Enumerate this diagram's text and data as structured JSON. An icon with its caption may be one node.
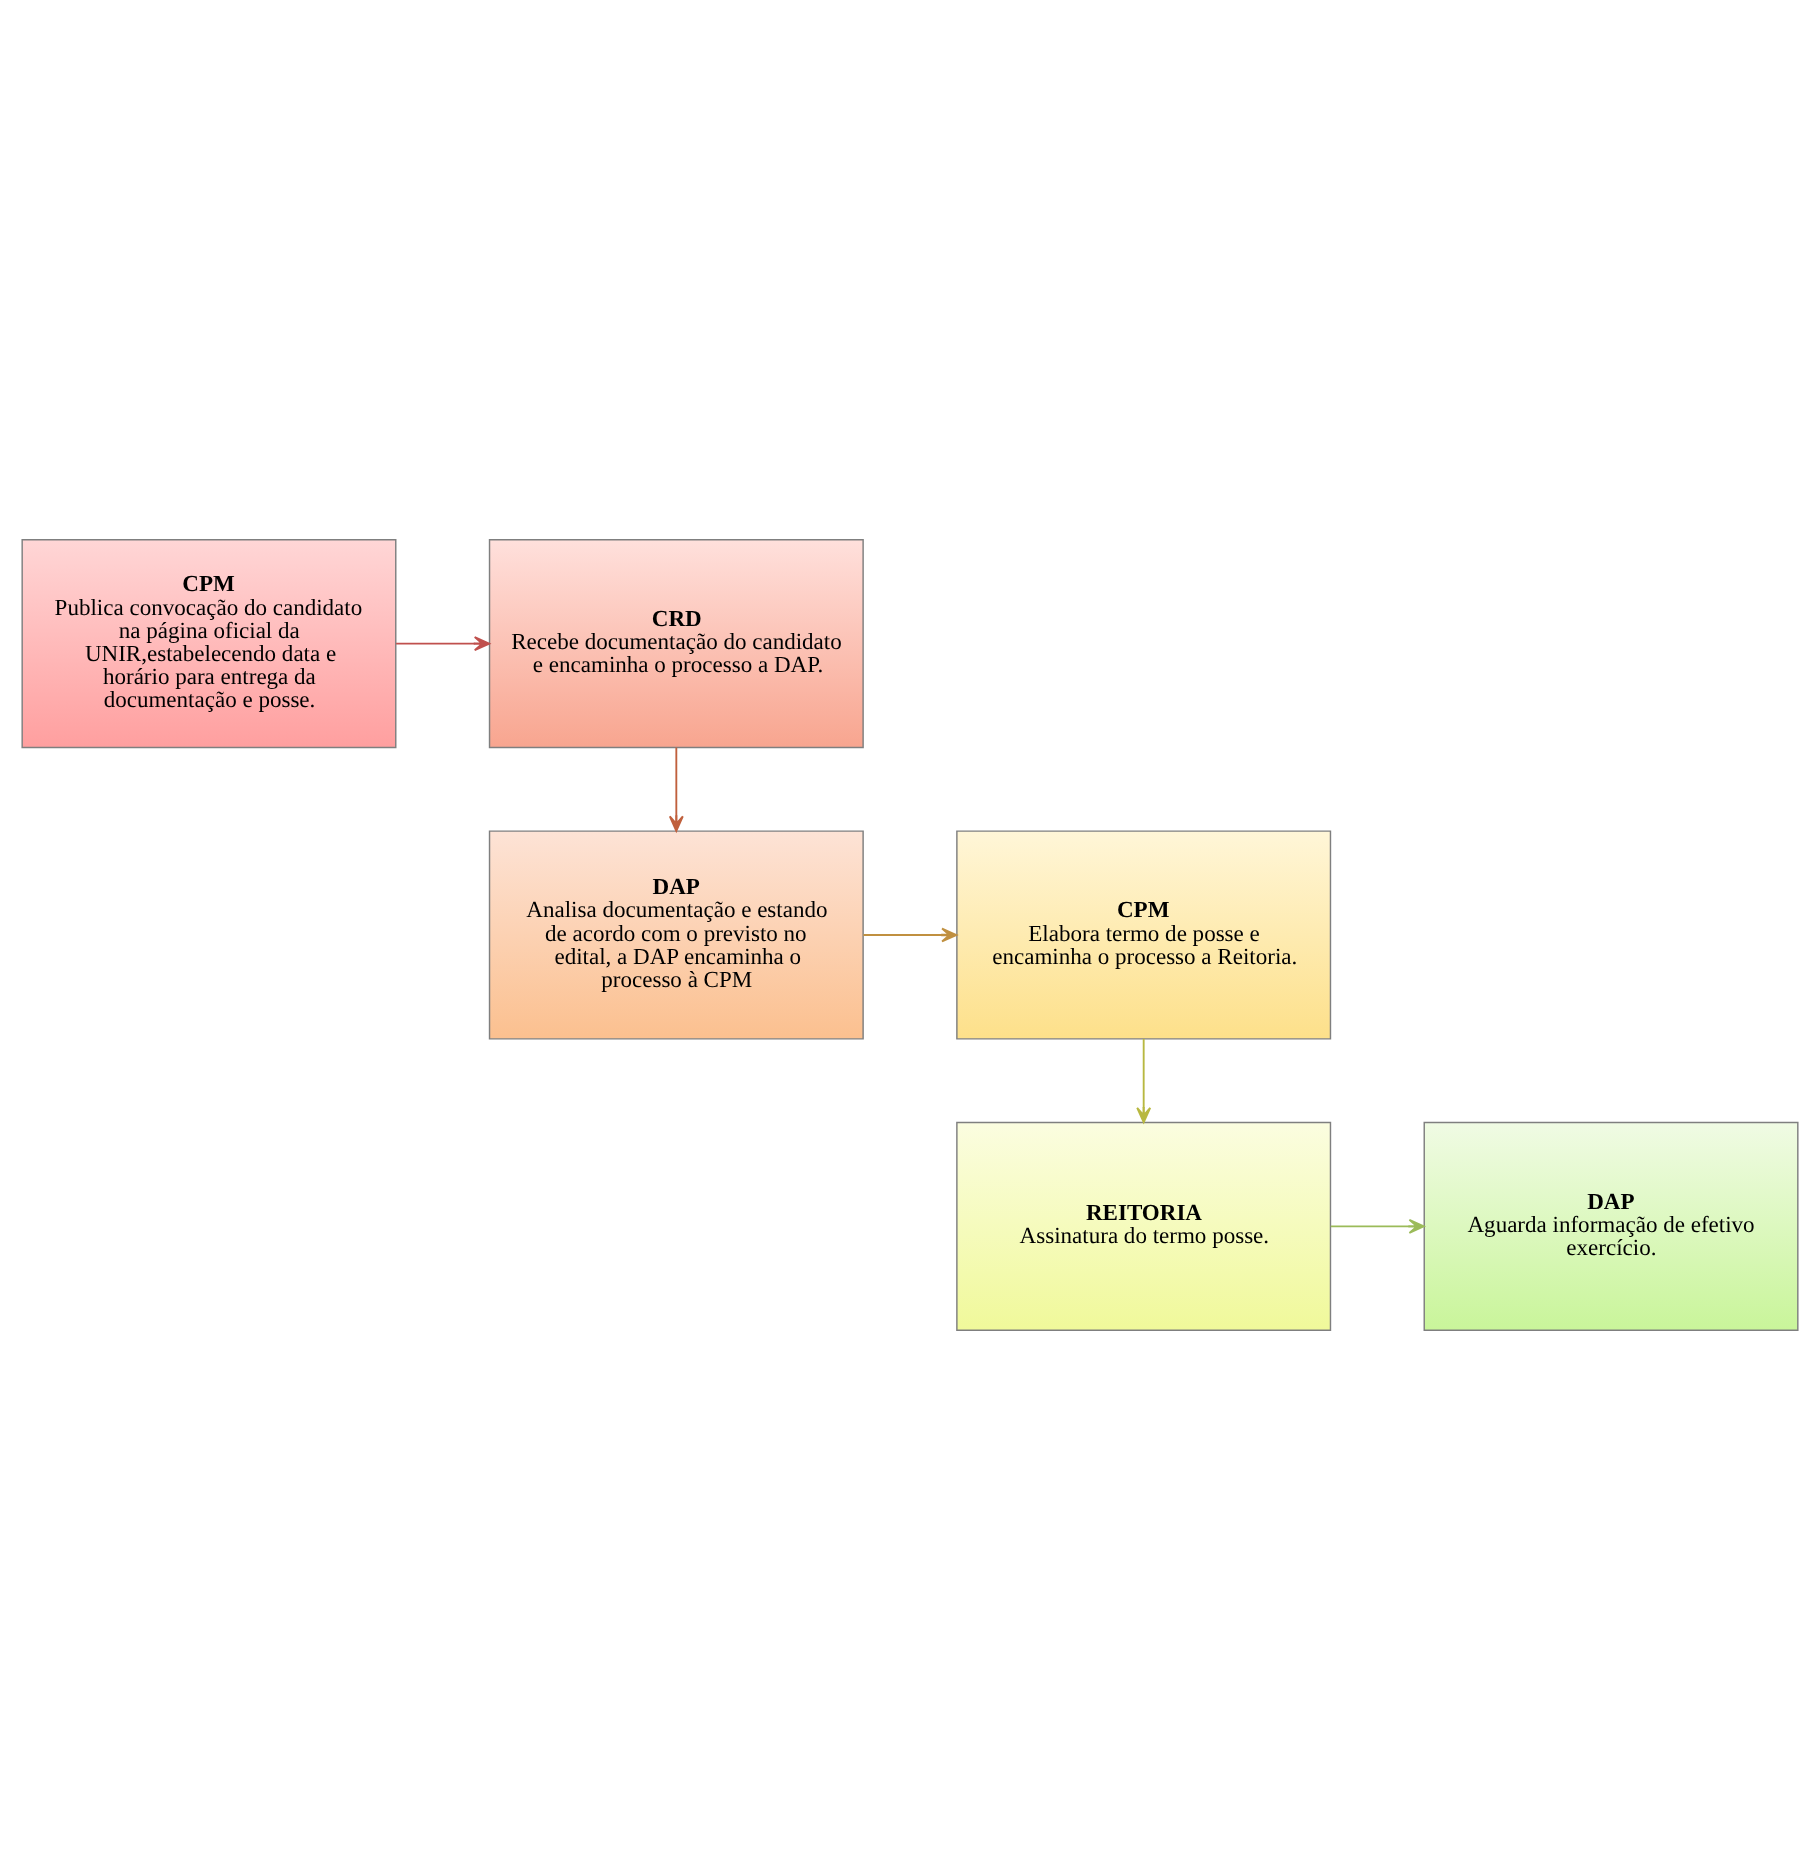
{
  "diagram": {
    "nodes": [
      {
        "text": [
          "CPM",
          "Publica convocação do candidato na página oficial da UNIR,estabelecendo data e horário para entrega da documentação e posse."
        ]
      },
      {
        "text": [
          "CRD",
          "Recebe documentação do candidato e encaminha o processo a DAP."
        ]
      },
      {
        "text": [
          "DAP",
          "Analisa documentação e estando de acordo com o previsto no edital, a DAP encaminha o processo à CPM"
        ]
      },
      {
        "text": [
          "CPM",
          "Elabora termo de posse e encaminha o processo a Reitoria."
        ]
      },
      {
        "text": [
          "REITORIA",
          "Assinatura do termo posse."
        ]
      },
      {
        "text": [
          "DAP",
          "Aguarda informação de efetivo exercício."
        ]
      }
    ],
    "edges": [
      {
        "from": 0,
        "to": 1,
        "arrow": "to",
        "color": "#c0504d"
      },
      {
        "from": 1,
        "to": 2,
        "arrow": "to",
        "color": "#c0603d"
      },
      {
        "from": 2,
        "to": 3,
        "arrow": "to",
        "color": "#c09040"
      },
      {
        "from": 3,
        "to": 4,
        "arrow": "to",
        "color": "#b8b840"
      },
      {
        "from": 4,
        "to": 5,
        "arrow": "to",
        "color": "#9bbb59"
      }
    ]
  }
}
